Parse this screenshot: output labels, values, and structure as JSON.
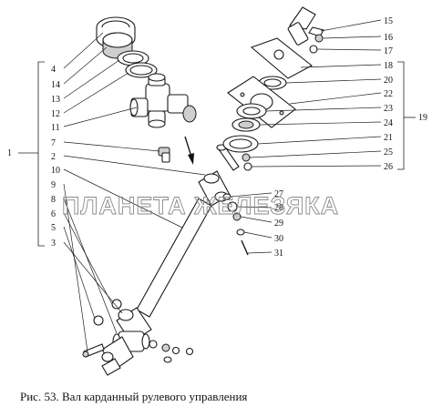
{
  "caption": "Рис. 53. Вал карданный рулевого управления",
  "watermark": "ПЛАНЕТА ЖЕЛЕЗЯКА",
  "callouts": {
    "left_group": "1",
    "right_group": "19",
    "left": [
      "4",
      "14",
      "13",
      "12",
      "11",
      "7",
      "2",
      "10",
      "9",
      "8",
      "6",
      "5",
      "3"
    ],
    "right": [
      "15",
      "16",
      "17",
      "18",
      "20",
      "22",
      "23",
      "24",
      "21",
      "25",
      "26"
    ],
    "middle": [
      "27",
      "28",
      "29",
      "30",
      "31"
    ]
  }
}
